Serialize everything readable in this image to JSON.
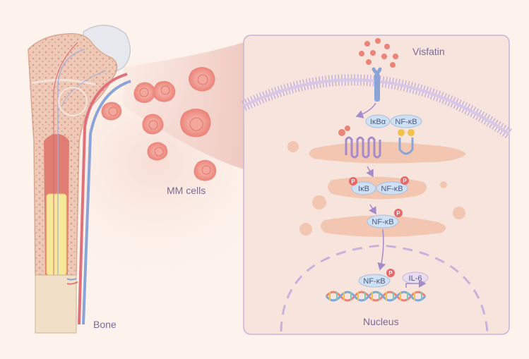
{
  "labels": {
    "visfatin": "Visfatin",
    "mm_cells": "MM cells",
    "bone": "Bone",
    "nucleus": "Nucleus",
    "il6": "IL-6"
  },
  "proteins": {
    "ikba": "IκBα",
    "nfkb": "NF-κB",
    "ikb": "IκB",
    "p": "P"
  },
  "colors": {
    "background": "#fdf3ec",
    "cell_panel": "#f7e4dc",
    "membrane": "#c5b3dd",
    "er": "#f2c6b1",
    "mm_cell": "#ef8f84",
    "bone_marrow": "#e8b4a0",
    "artery": "#e0707a",
    "vein": "#8ba4d8",
    "pill": "#cfe0f2",
    "phospho": "#e8686a",
    "arrow": "#a48ccb"
  }
}
